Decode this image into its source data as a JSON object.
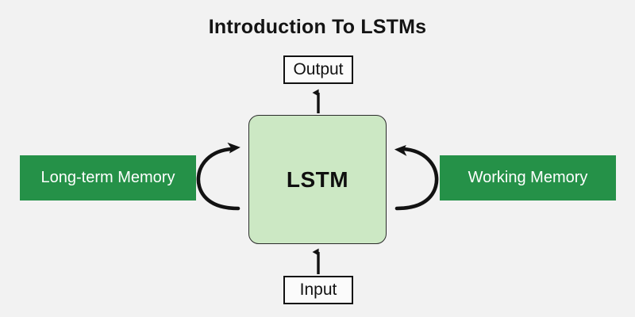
{
  "diagram": {
    "title": "Introduction To LSTMs",
    "background_color": "#f2f2f2",
    "core": {
      "label": "LSTM",
      "fill_color": "#cce8c4",
      "border_color": "#2b2b2b"
    },
    "nodes": {
      "output": {
        "label": "Output",
        "fill_color": "#fbfbfb",
        "border_color": "#121212"
      },
      "input": {
        "label": "Input",
        "fill_color": "#fbfbfb",
        "border_color": "#121212"
      },
      "long_term_memory": {
        "label": "Long-term Memory",
        "fill_color": "#259148",
        "text_color": "#ffffff"
      },
      "working_memory": {
        "label": "Working Memory",
        "fill_color": "#259148",
        "text_color": "#ffffff"
      }
    },
    "connectors": [
      {
        "name": "input-to-lstm",
        "from": "input",
        "to": "lstm",
        "style": "straight-arrow",
        "direction": "up"
      },
      {
        "name": "lstm-to-output",
        "from": "lstm",
        "to": "output",
        "style": "straight-arrow",
        "direction": "up"
      },
      {
        "name": "long-term-memory-loop",
        "from": "long-term-memory",
        "to": "lstm",
        "style": "curved-arrow",
        "direction": "clockwise"
      },
      {
        "name": "working-memory-loop",
        "from": "working-memory",
        "to": "lstm",
        "style": "curved-arrow",
        "direction": "counter-clockwise"
      }
    ]
  }
}
